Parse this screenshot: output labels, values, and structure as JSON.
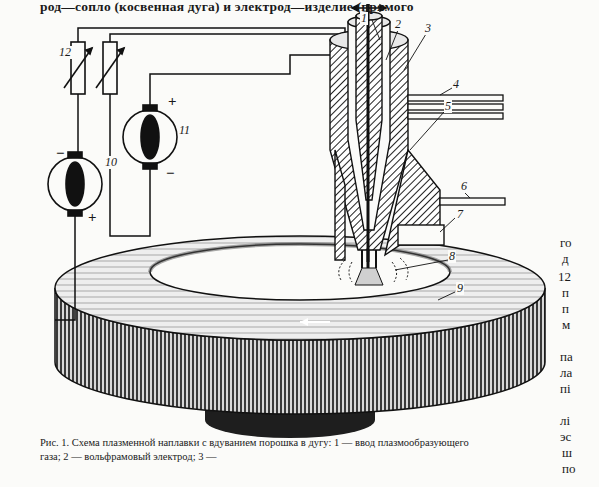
{
  "diagram": {
    "caption": "Рис. 1. Схема плазменной наплавки с вдуванием порошка в дугу: 1 — ввод плазмообразующего газа; 2 — вольфрамовый электрод; 3 —",
    "nodes": [],
    "edges": [],
    "labels": [
      "род—сопло (косвенная дуга) и электрод—изделие (прямого",
      "1",
      "2",
      "3",
      "4",
      "5",
      "6",
      "7",
      "8",
      "9",
      "10",
      "11",
      "12",
      "−",
      "+",
      "+",
      "−",
      "го",
      "д",
      "12",
      "п",
      "п",
      "м",
      "па",
      "ла",
      "пі",
      "лі",
      "эс",
      "ш",
      "по"
    ]
  }
}
